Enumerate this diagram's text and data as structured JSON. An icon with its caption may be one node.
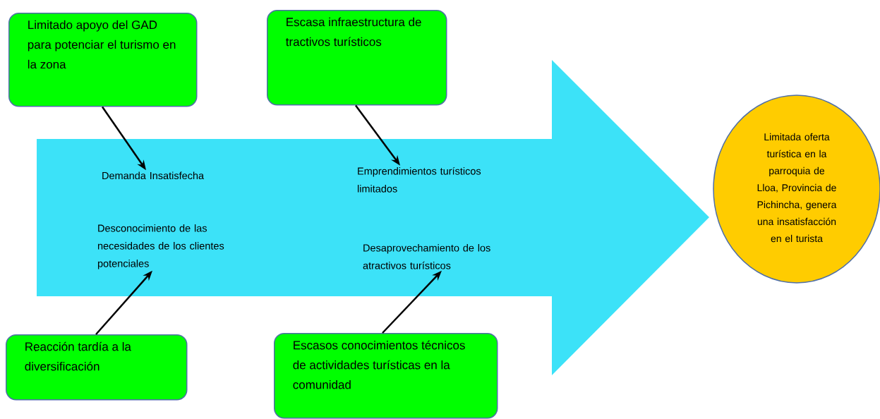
{
  "diagram": {
    "nodes": [
      {
        "text": [
          "Limitado apoyo del GAD para potenciar el turismo en la zona"
        ]
      },
      {
        "text": [
          "Escasa infraestructura de tractivos turísticos"
        ]
      },
      {
        "text": [],
        "shape": "arrow"
      },
      {
        "text": [
          "Demanda Insatisfecha"
        ],
        "in": 2
      },
      {
        "text": [
          "Emprendimientos turísticos limitados"
        ],
        "in": 2
      },
      {
        "text": [
          "Desconocimiento de las necesidades de los clientes potenciales"
        ],
        "in": 2
      },
      {
        "text": [
          "Desaprovechamiento de los atractivos turísticos"
        ],
        "in": 2
      },
      {
        "text": [
          "Limitada oferta turística en la parroquia de Lloa, Provincia de Pichincha, genera una insatisfacción en el turista"
        ]
      },
      {
        "text": [
          "Reacción tardía a la diversificación"
        ]
      },
      {
        "text": [
          "Escasos conocimientos técnicos de actividades turísticas en la comunidad"
        ]
      }
    ],
    "edges": [
      {
        "from": 0,
        "to": 3,
        "arrow": "to"
      },
      {
        "from": 1,
        "to": 4,
        "arrow": "to"
      },
      {
        "from": 8,
        "to": 5,
        "arrow": "to"
      },
      {
        "from": 9,
        "to": 6,
        "arrow": "to"
      }
    ]
  }
}
